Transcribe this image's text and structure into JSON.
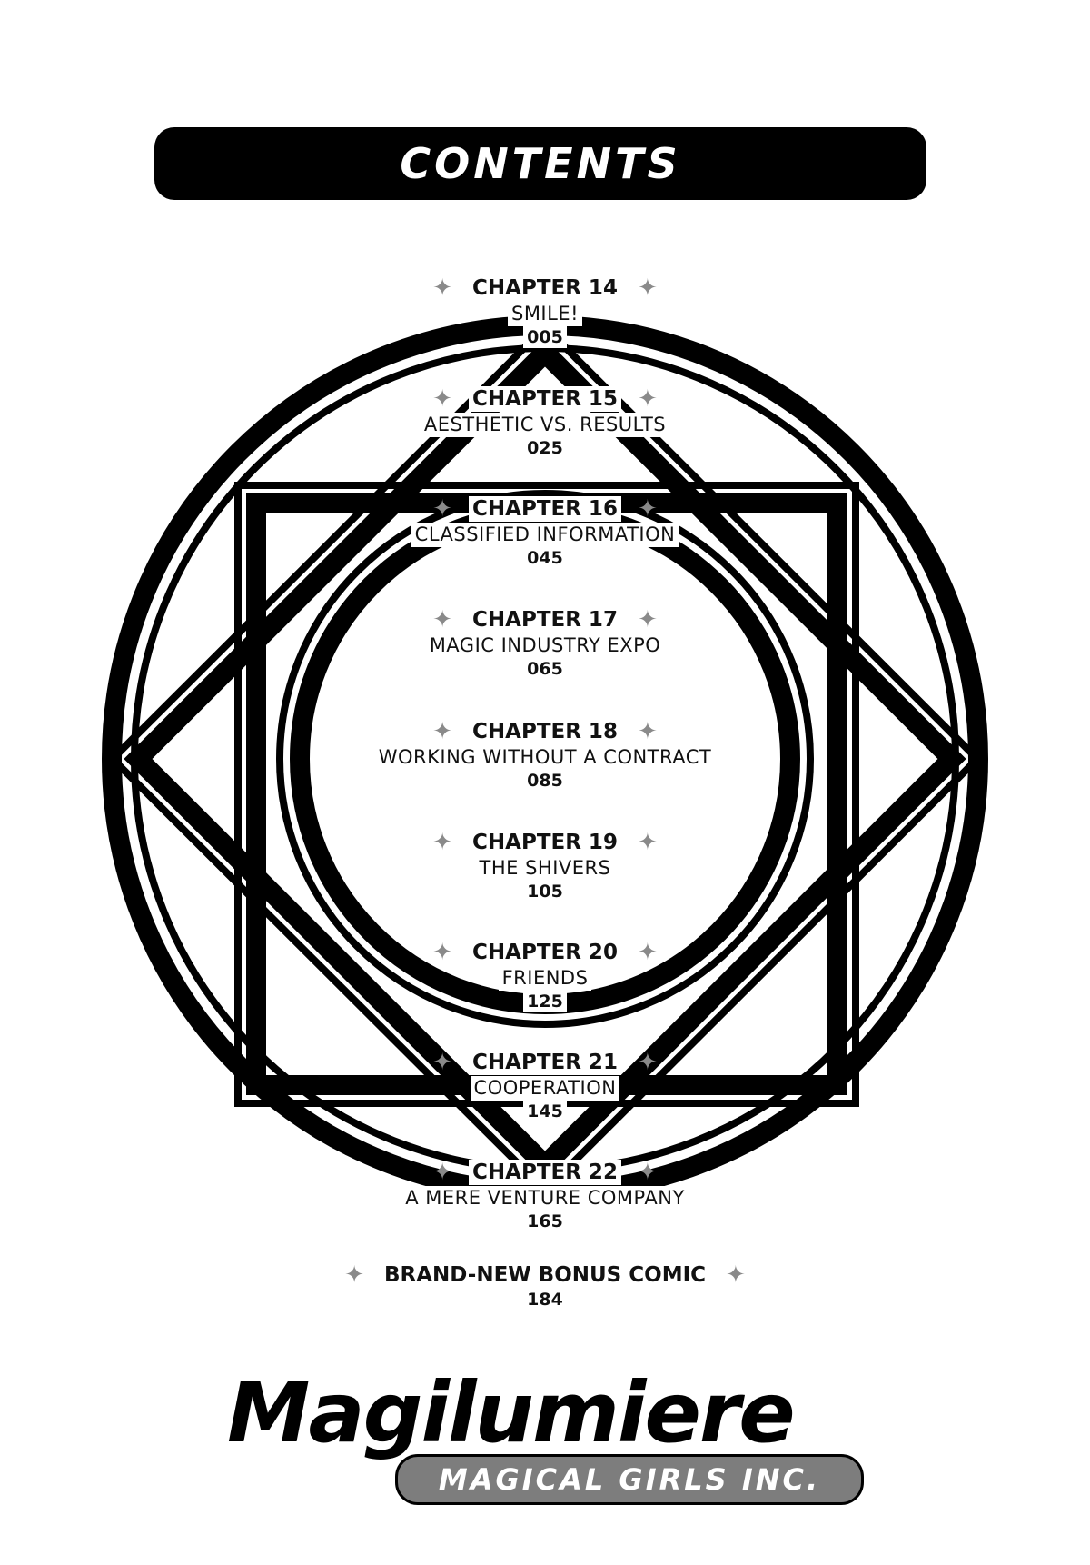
{
  "header": {
    "title": "CONTENTS"
  },
  "sparkle_icon": "four-point-star-icon",
  "entries": [
    {
      "label": "CHAPTER 14",
      "title": "SMILE!",
      "page": "005"
    },
    {
      "label": "CHAPTER 15",
      "title": "AESTHETIC VS. RESULTS",
      "page": "025"
    },
    {
      "label": "CHAPTER 16",
      "title": "CLASSIFIED INFORMATION",
      "page": "045"
    },
    {
      "label": "CHAPTER 17",
      "title": "MAGIC INDUSTRY EXPO",
      "page": "065"
    },
    {
      "label": "CHAPTER 18",
      "title": "WORKING WITHOUT A CONTRACT",
      "page": "085"
    },
    {
      "label": "CHAPTER 19",
      "title": "THE SHIVERS",
      "page": "105"
    },
    {
      "label": "CHAPTER 20",
      "title": "FRIENDS",
      "page": "125"
    },
    {
      "label": "CHAPTER 21",
      "title": "COOPERATION",
      "page": "145"
    },
    {
      "label": "CHAPTER 22",
      "title": "A MERE VENTURE COMPANY",
      "page": "165"
    },
    {
      "label": "BRAND-NEW BONUS COMIC",
      "title": "",
      "page": "184"
    }
  ],
  "logo": {
    "main": "Magilumiere",
    "sub": "MAGICAL GIRLS INC."
  },
  "colors": {
    "ink": "#000000",
    "paper": "#ffffff",
    "sparkle": "#8a8a8a",
    "logo_bar": "#7d7d7d"
  }
}
